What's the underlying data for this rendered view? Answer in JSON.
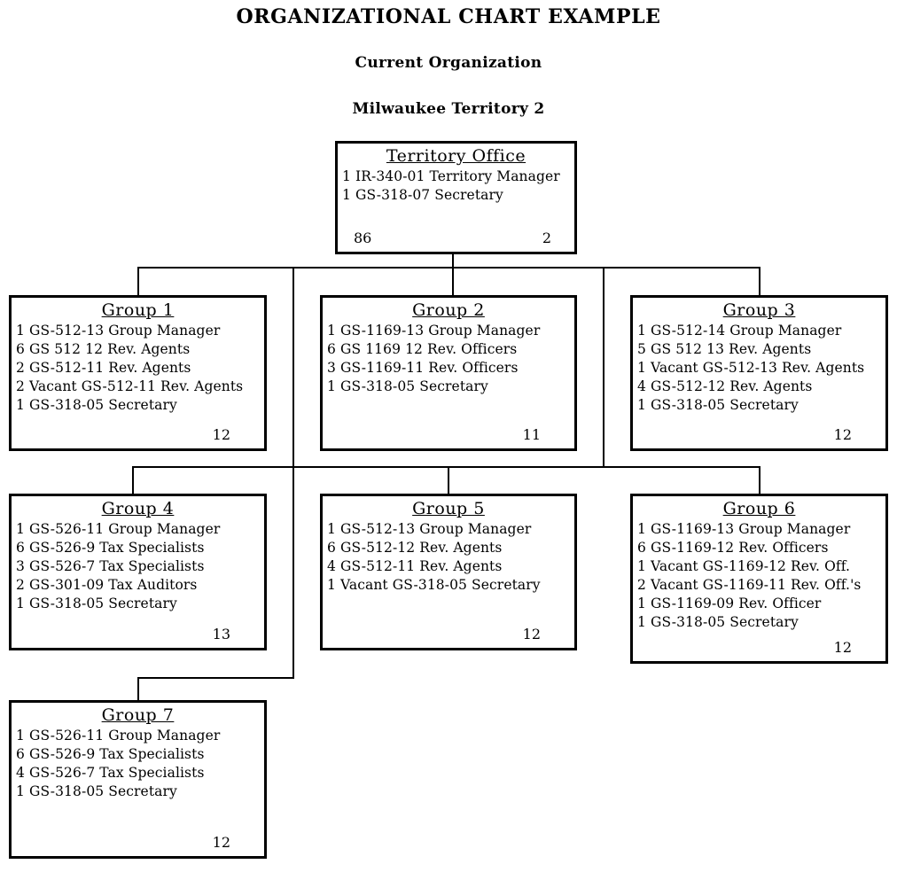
{
  "page": {
    "title": "ORGANIZATIONAL CHART EXAMPLE",
    "subtitle": "Current Organization",
    "territory_label": "Milwaukee Territory 2"
  },
  "org_chart": {
    "territory_office": {
      "title": "Territory Office",
      "positions": [
        "1 IR-340-01 Territory Manager",
        "1 GS-318-07 Secretary"
      ],
      "total_left": "86",
      "total_right": "2"
    },
    "groups": [
      {
        "title": "Group 1",
        "positions": [
          "1 GS-512-13 Group Manager",
          "6 GS 512 12 Rev. Agents",
          "2 GS-512-11 Rev. Agents",
          "2 Vacant GS-512-11 Rev. Agents",
          "1 GS-318-05 Secretary"
        ],
        "total": "12"
      },
      {
        "title": "Group 2",
        "positions": [
          "1 GS-1169-13 Group Manager",
          "6 GS 1169 12 Rev. Officers",
          "3 GS-1169-11 Rev. Officers",
          "1 GS-318-05 Secretary"
        ],
        "total": "11"
      },
      {
        "title": "Group 3",
        "positions": [
          "1 GS-512-14 Group Manager",
          "5 GS 512 13 Rev. Agents",
          "1 Vacant GS-512-13 Rev. Agents",
          "4 GS-512-12 Rev. Agents",
          "1 GS-318-05 Secretary"
        ],
        "total": "12"
      },
      {
        "title": "Group 4",
        "positions": [
          "1 GS-526-11 Group Manager",
          "6 GS-526-9 Tax Specialists",
          "3 GS-526-7 Tax Specialists",
          "2 GS-301-09 Tax Auditors",
          "1 GS-318-05 Secretary"
        ],
        "total": "13"
      },
      {
        "title": "Group 5",
        "positions": [
          "1 GS-512-13 Group Manager",
          "6 GS-512-12 Rev. Agents",
          "4 GS-512-11 Rev. Agents",
          "1 Vacant GS-318-05 Secretary"
        ],
        "total": "12"
      },
      {
        "title": "Group 6",
        "positions": [
          "1 GS-1169-13 Group Manager",
          "6 GS-1169-12 Rev. Officers",
          "1 Vacant GS-1169-12 Rev. Off.",
          "2 Vacant GS-1169-11 Rev. Off.'s",
          "1 GS-1169-09 Rev. Officer",
          "1 GS-318-05 Secretary"
        ],
        "total": "12"
      },
      {
        "title": "Group 7",
        "positions": [
          "1 GS-526-11 Group Manager",
          "6 GS-526-9 Tax Specialists",
          "4 GS-526-7 Tax Specialists",
          "1 GS-318-05 Secretary"
        ],
        "total": "12"
      }
    ]
  },
  "colors": {
    "ink": "#000000",
    "paper": "#ffffff"
  }
}
